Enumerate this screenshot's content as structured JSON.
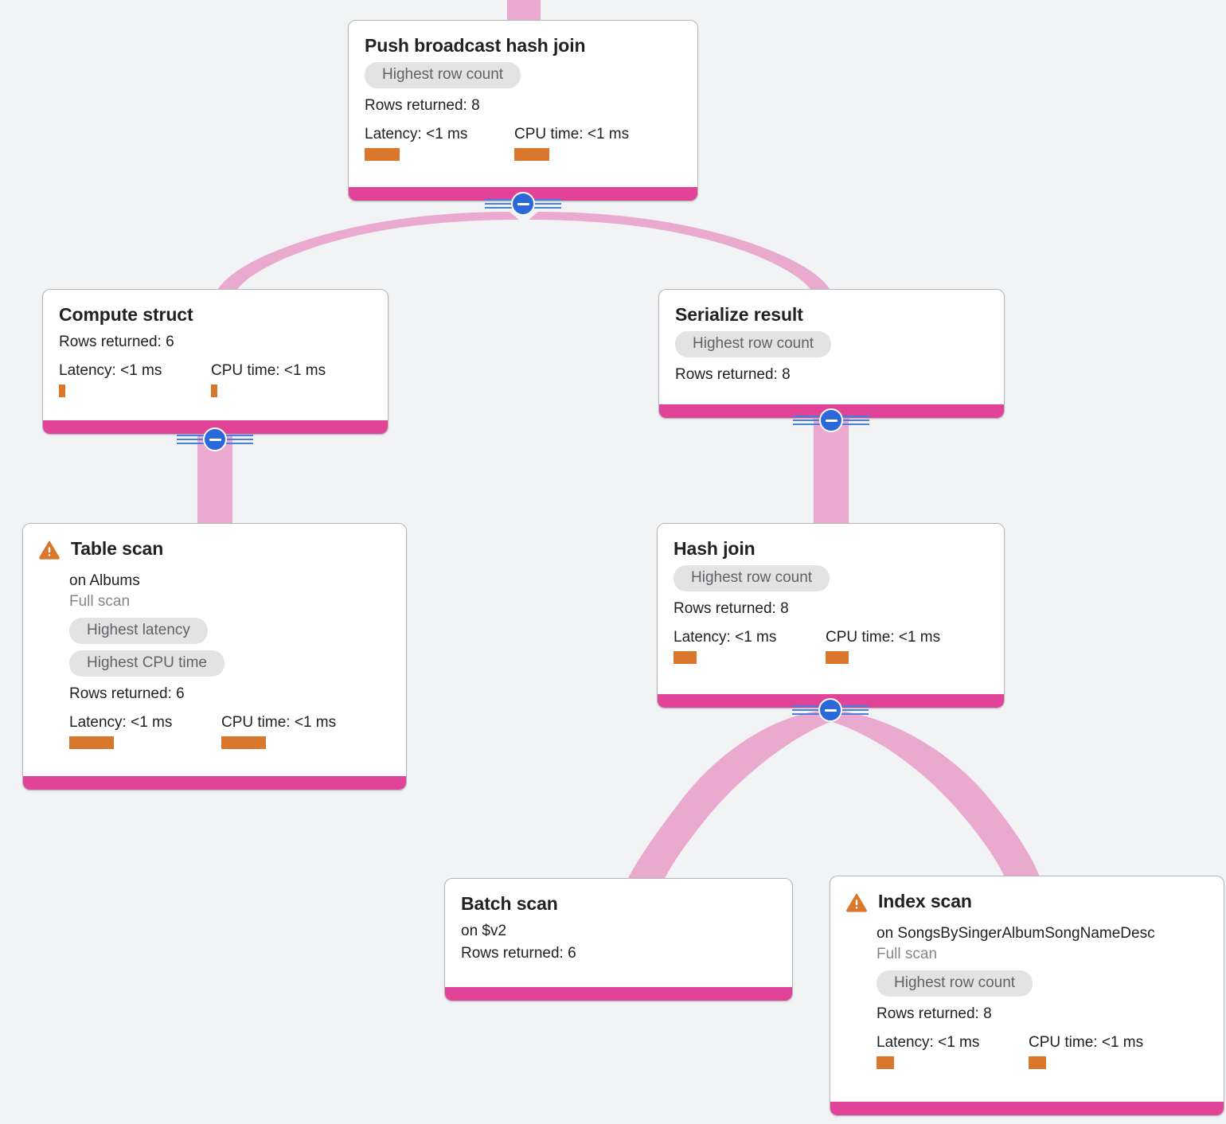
{
  "canvas": {
    "background_color": "#f1f3f4",
    "edge_color": "#eaa9ce",
    "edge_arrow_color": "#e48bc0",
    "node_bar_color": "#e04397",
    "metric_bar_color": "#d9782c",
    "badge_bg_color": "#e3e3e3",
    "badge_text_color": "#5f6368",
    "handle_color": "#2b68d9",
    "warning_color": "#d9782c"
  },
  "labels": {
    "rows_prefix": "Rows returned:",
    "latency_prefix": "Latency:",
    "cpu_prefix": "CPU time:",
    "full_scan": "Full scan",
    "collapse_handle": "collapse"
  },
  "nodes": [
    {
      "id": "push-broadcast-hash-join",
      "title": "Push broadcast hash join",
      "warning": false,
      "subtitle": null,
      "scan_note": null,
      "badges": [
        "Highest row count"
      ],
      "rows": "Rows returned: 8",
      "latency": "Latency: <1 ms",
      "cpu": "CPU time: <1 ms",
      "has_handle": true
    },
    {
      "id": "compute-struct",
      "title": "Compute struct",
      "warning": false,
      "subtitle": null,
      "scan_note": null,
      "badges": [],
      "rows": "Rows returned: 6",
      "latency": "Latency: <1 ms",
      "cpu": "CPU time: <1 ms",
      "has_handle": true
    },
    {
      "id": "serialize-result",
      "title": "Serialize result",
      "warning": false,
      "subtitle": null,
      "scan_note": null,
      "badges": [
        "Highest row count"
      ],
      "rows": "Rows returned: 8",
      "latency": null,
      "cpu": null,
      "has_handle": true
    },
    {
      "id": "table-scan",
      "title": "Table scan",
      "warning": true,
      "subtitle": "on Albums",
      "scan_note": "Full scan",
      "badges": [
        "Highest latency",
        "Highest CPU time"
      ],
      "rows": "Rows returned: 6",
      "latency": "Latency: <1 ms",
      "cpu": "CPU time: <1 ms",
      "has_handle": false
    },
    {
      "id": "hash-join",
      "title": "Hash join",
      "warning": false,
      "subtitle": null,
      "scan_note": null,
      "badges": [
        "Highest row count"
      ],
      "rows": "Rows returned: 8",
      "latency": "Latency: <1 ms",
      "cpu": "CPU time: <1 ms",
      "has_handle": true
    },
    {
      "id": "batch-scan",
      "title": "Batch scan",
      "warning": false,
      "subtitle": "on $v2",
      "scan_note": null,
      "badges": [],
      "rows": "Rows returned: 6",
      "latency": null,
      "cpu": null,
      "has_handle": false
    },
    {
      "id": "index-scan",
      "title": "Index scan",
      "warning": true,
      "subtitle": "on SongsBySingerAlbumSongNameDesc",
      "scan_note": "Full scan",
      "badges": [
        "Highest row count"
      ],
      "rows": "Rows returned: 8",
      "latency": "Latency: <1 ms",
      "cpu": "CPU time: <1 ms",
      "has_handle": false
    }
  ]
}
